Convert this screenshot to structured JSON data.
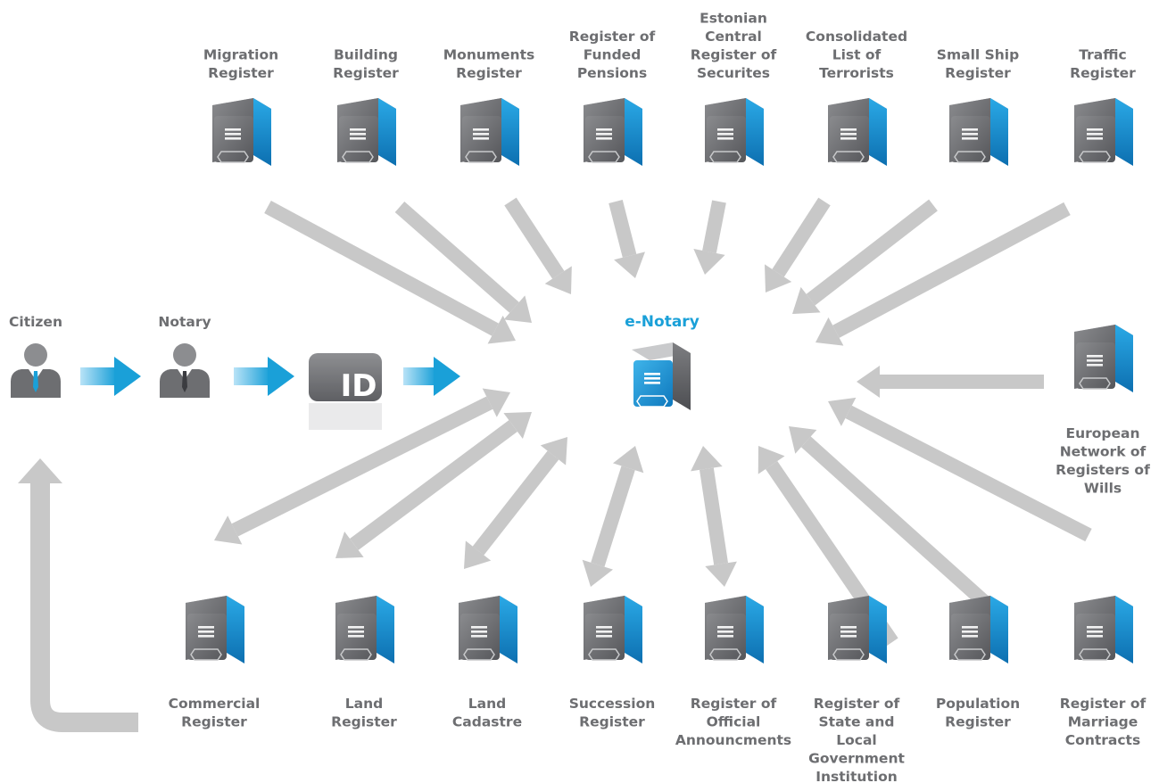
{
  "center": {
    "label": "e-Notary"
  },
  "actors": {
    "citizen": "Citizen",
    "notary": "Notary",
    "id_card": "ID"
  },
  "top_registers": [
    [
      "Migration",
      "Register"
    ],
    [
      "Building",
      "Register"
    ],
    [
      "Monuments",
      "Register"
    ],
    [
      "Register of",
      "Funded",
      "Pensions"
    ],
    [
      "Estonian",
      "Central",
      "Register of",
      "Securites"
    ],
    [
      "Consolidated",
      "List of",
      "Terrorists"
    ],
    [
      "Small Ship",
      "Register"
    ],
    [
      "Traffic",
      "Register"
    ]
  ],
  "right_register": [
    "European",
    "Network of",
    "Registers of",
    "Wills"
  ],
  "bottom_registers": [
    [
      "Commercial",
      "Register"
    ],
    [
      "Land",
      "Register"
    ],
    [
      "Land",
      "Cadastre"
    ],
    [
      "Succession",
      "Register"
    ],
    [
      "Register of",
      "Official",
      "Announcments"
    ],
    [
      "Register of",
      "State and",
      "Local",
      "Government",
      "Institution"
    ],
    [
      "Population",
      "Register"
    ],
    [
      "Register of",
      "Marriage",
      "Contracts"
    ]
  ],
  "colors": {
    "accent": "#1aa0d8",
    "server_gray": "#6d6e71",
    "server_blue": "#1b8fd2",
    "arrow_gray": "#c8c8c8",
    "text": "#6d6e71"
  }
}
